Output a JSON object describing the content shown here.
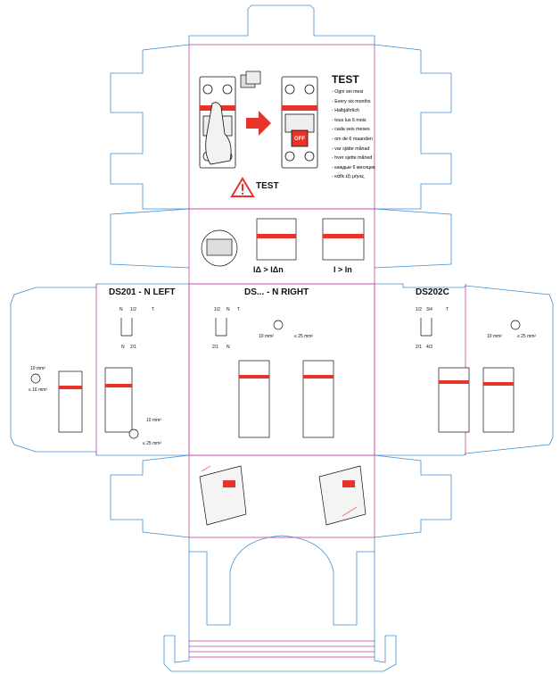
{
  "colors": {
    "dieline": "#3f8fd6",
    "fold": "#c5439a",
    "accent": "#e8332b",
    "ink": "#111111"
  },
  "test_panel": {
    "title": "TEST",
    "languages": [
      "- Ogni sei mesi",
      "- Every six months",
      "- Halbjährlich",
      "- tous lus 6 mois",
      "- cada seis meses",
      "- om de 6 maanden",
      "- var sjätte månad",
      "- hver sjette måned",
      "- каждые 6 месяцев",
      "- κάθε έξι μήνες"
    ],
    "off_label": "OFF",
    "warning_label": "TEST",
    "warning_icon": "warning-triangle-icon"
  },
  "formula_panel": {
    "left": "IΔ > IΔn",
    "right": "I > In"
  },
  "left_panel": {
    "title": "DS201 - N LEFT",
    "labels": {
      "n": "N",
      "half": "1/2",
      "t": "T",
      "n_bottom": "N",
      "two_one": "2/1",
      "section_small": "10 mm²",
      "section_large": "≤ 25 mm²"
    }
  },
  "far_left_panel": {
    "section_small": "10 mm²",
    "section_large": "≤ 16 mm²"
  },
  "center_panel": {
    "title": "DS... - N RIGHT",
    "labels": {
      "half": "1/2",
      "n": "N",
      "t": "T",
      "two_one": "2/1",
      "n_bottom": "N",
      "section_small": "10 mm²",
      "section_large": "≤ 25 mm²"
    }
  },
  "right_panel": {
    "title": "DS202C",
    "labels": {
      "half": "1/2",
      "three_four": "3/4",
      "t": "T",
      "two_one": "2/1",
      "four_three": "4/3"
    }
  },
  "far_right_panel": {
    "section_small": "10 mm²",
    "section_large": "≤ 25 mm²"
  }
}
